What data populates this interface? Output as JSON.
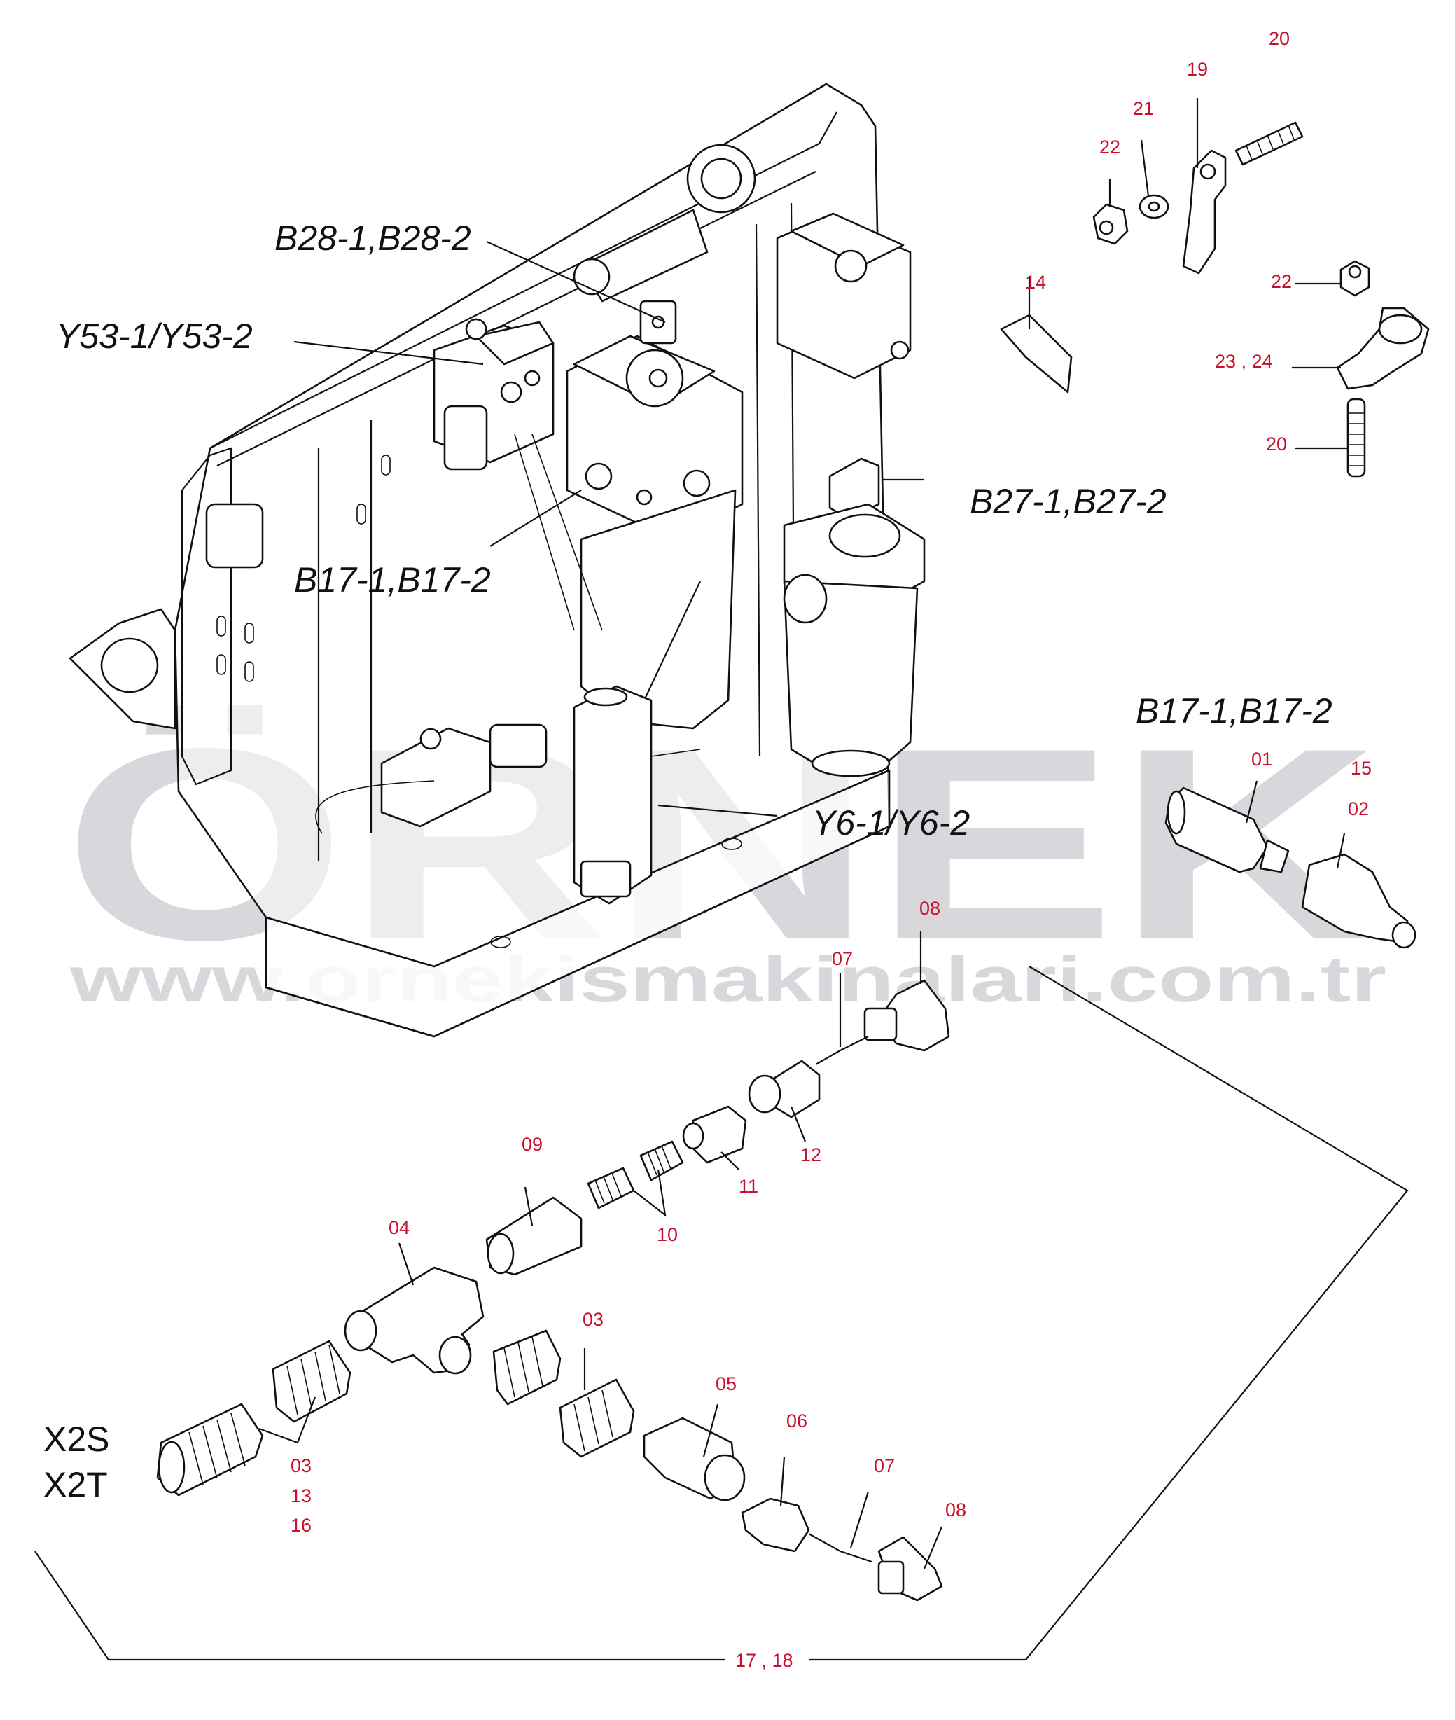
{
  "watermark": {
    "brand": "ÖRNEK",
    "url": "www.ornekismakinalari.com.tr"
  },
  "assembly_labels": {
    "b28": "B28-1,B28-2",
    "y53": "Y53-1/Y53-2",
    "b27": "B27-1,B27-2",
    "b17_main": "B17-1,B17-2",
    "b17_detail": "B17-1,B17-2",
    "y6": "Y6-1/Y6-2",
    "x2s": "X2S",
    "x2t": "X2T"
  },
  "part_refs": {
    "p20_top": "20",
    "p19": "19",
    "p21": "21",
    "p22_top": "22",
    "p14": "14",
    "p22_mid": "22",
    "p23_24": "23 , 24",
    "p20_bottom": "20",
    "p01": "01",
    "p15": "15",
    "p02": "02",
    "p08_top": "08",
    "p07_top": "07",
    "p12": "12",
    "p11": "11",
    "p09": "09",
    "p10": "10",
    "p04": "04",
    "p03_mid": "03",
    "p05": "05",
    "p06": "06",
    "p07_bottom": "07",
    "p08_bottom": "08",
    "p03_left": "03",
    "p13": "13",
    "p16": "16",
    "p17_18": "17 , 18"
  },
  "colors": {
    "ref_numbers": "#c8102e",
    "line_art": "#111111",
    "watermark": "#d9d6dc"
  }
}
